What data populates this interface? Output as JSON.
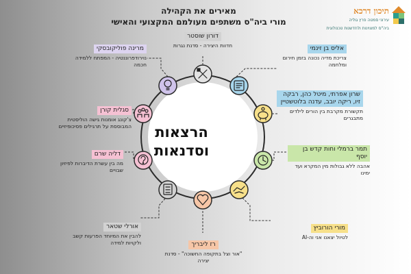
{
  "header": {
    "line1": "מאירים את הקהילה",
    "line2": "מורי ביה\"ס משתפים מעולמם המקצועי והאישי"
  },
  "logo": {
    "name": "תיכון דרכא",
    "subtitle": "עירוני סמטה פרץ גוליה",
    "subtitle2": "ביה\"ס למצוינות ולחדשנות טכנולוגית"
  },
  "center": {
    "line1": "הרצאות",
    "line2": "וסדנאות"
  },
  "people": [
    {
      "name": "דורון שוסטר",
      "desc": "חדוות היצירה - סדנת נגרות"
    },
    {
      "name": "אליס בן זינמי",
      "desc": "צריכת מדיה נכונה בזמן חירום ומלחמה"
    },
    {
      "name": "שרון אפרתי, מיטל כהן, רבקה זיו, ריקה יובב, עדנה בלוטשטיין",
      "desc": "תקשורת מקרבת בין הורים לילדים מתבגרים"
    },
    {
      "name": "תמר ברמלי וחות קדש בן יוסף",
      "desc": "אהבה ללא גבולות מין המקרא ועד ימינו"
    },
    {
      "name": "מורי הורוביץ",
      "desc": "לטיול יצאנו אני וה-AI"
    },
    {
      "name": "רז ליבריך",
      "desc": "\"אור וצל בתקופה החשוכה\" - סדנת יצירה"
    },
    {
      "name": "אורלי שטאר",
      "desc": "להבין את המיוחד הפרעות קשב ולקויות למידה"
    },
    {
      "name": "דליה שרם",
      "desc": "מה בין עשרת הדיברות לפיזיון שבויים"
    },
    {
      "name": "סגלית קורן",
      "desc": "צ'קונג אומנות גישה הוליסטית המבוססת על תרגילים פסיכופיזיים"
    },
    {
      "name": "מרינה פוליקובסקי",
      "desc": "נוירודפרוננטיה - המפתח ללמידה חכמה"
    }
  ],
  "colors": {
    "outer_ring": "#2b2b2b",
    "connector": "#3a3a3a"
  }
}
